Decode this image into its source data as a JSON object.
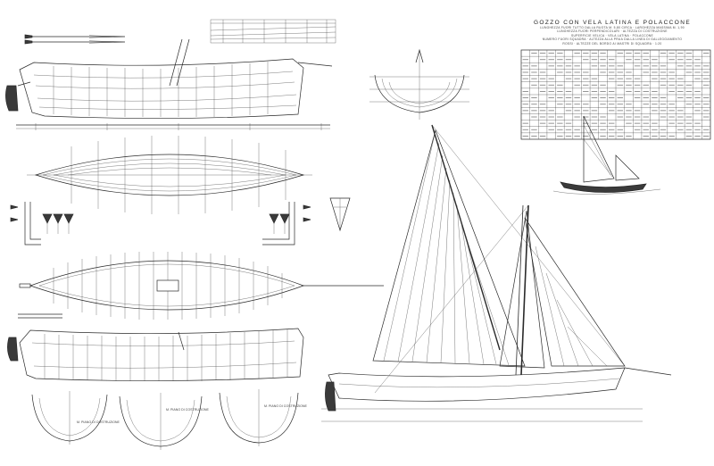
{
  "title": {
    "main": "GOZZO CON VELA LATINA E POLACCONE",
    "specs": [
      "LUNGHEZZA FUORI TUTTO DALLA RUOTA M. 5,80 CIRCA · LARGHEZZA MASSIMA M. 1,90",
      "LUNGHEZZA FUORI PERPENDICOLARI · ALTEZZA DI COSTRUZIONE",
      "SUPERFICIE VELICA · VELA LATINA · POLACCONE",
      "NUMERO FUORI SQUADRA · ALTEZZA ALLA PRUA DALLA LINEA DI GALLEGGIAMENTO",
      "ROSSI · ALTEZZE DEL BORDO AI MASTRI DI SQUADRA · 1:20"
    ]
  },
  "table": {
    "rows": 14,
    "cols": 22
  },
  "labels": {
    "section_bow": "M. PIANO DI COSTRUZIONE",
    "section_mid": "M. PIANO DI COSTRUZIONE",
    "section_stern": "M. PIANO DI COSTRUZIONE"
  }
}
